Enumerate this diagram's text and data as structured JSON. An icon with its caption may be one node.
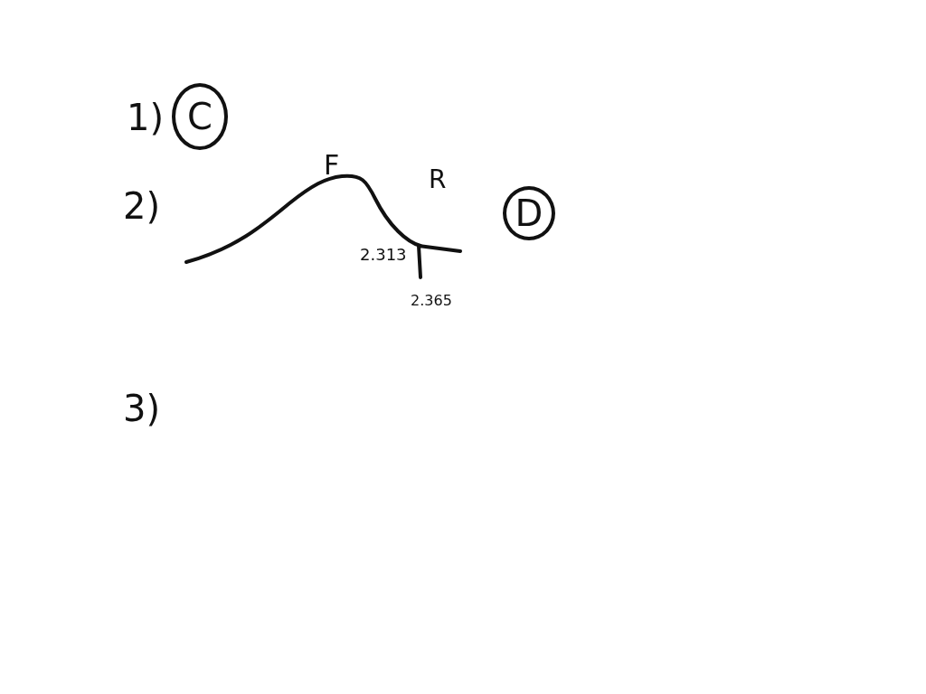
{
  "diagram": {
    "nodes": [
      {
        "text": [
          "C"
        ]
      },
      {
        "text": [
          "D"
        ]
      }
    ],
    "labels": [
      "1)",
      "2)",
      "F",
      "R",
      "2.313",
      "2.365",
      "3)"
    ]
  }
}
